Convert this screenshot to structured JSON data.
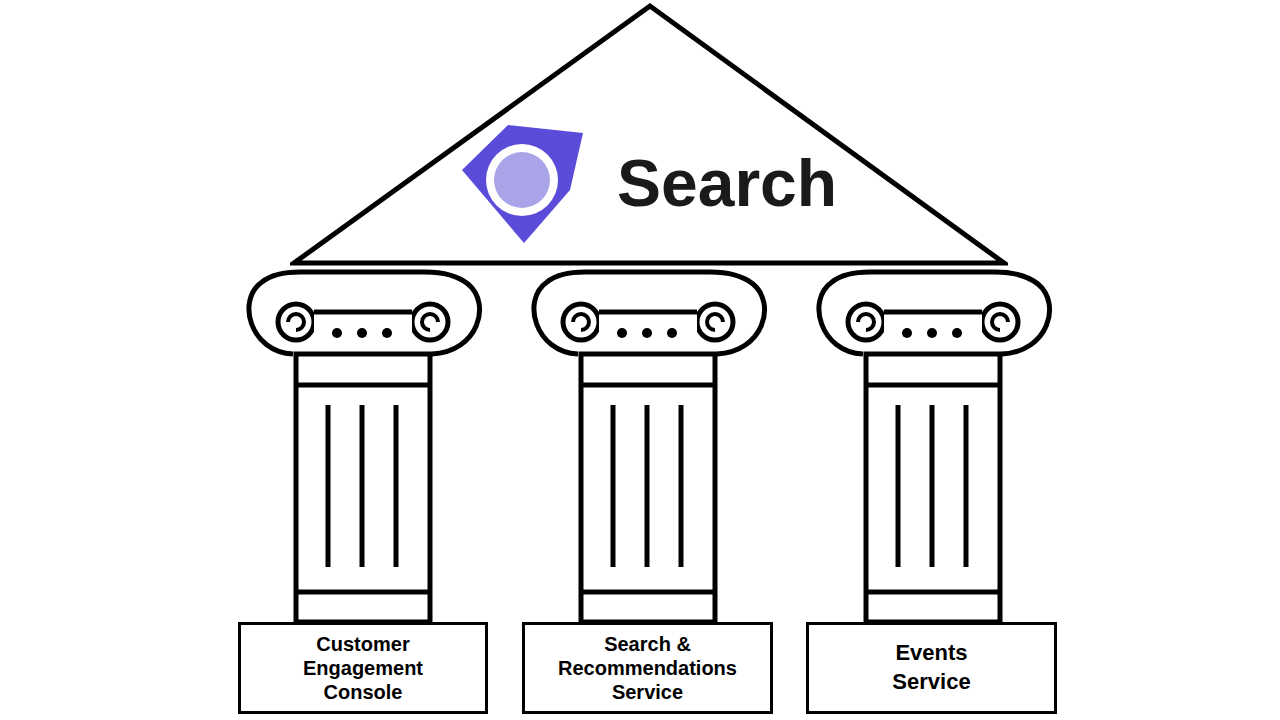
{
  "diagram": {
    "nodes": [
      {
        "text": [
          "Search"
        ]
      },
      {
        "text": [
          "Customer Engagement Console"
        ]
      },
      {
        "text": [
          "Search & Recommendations Service"
        ]
      },
      {
        "text": [
          "Events Service"
        ]
      }
    ]
  }
}
